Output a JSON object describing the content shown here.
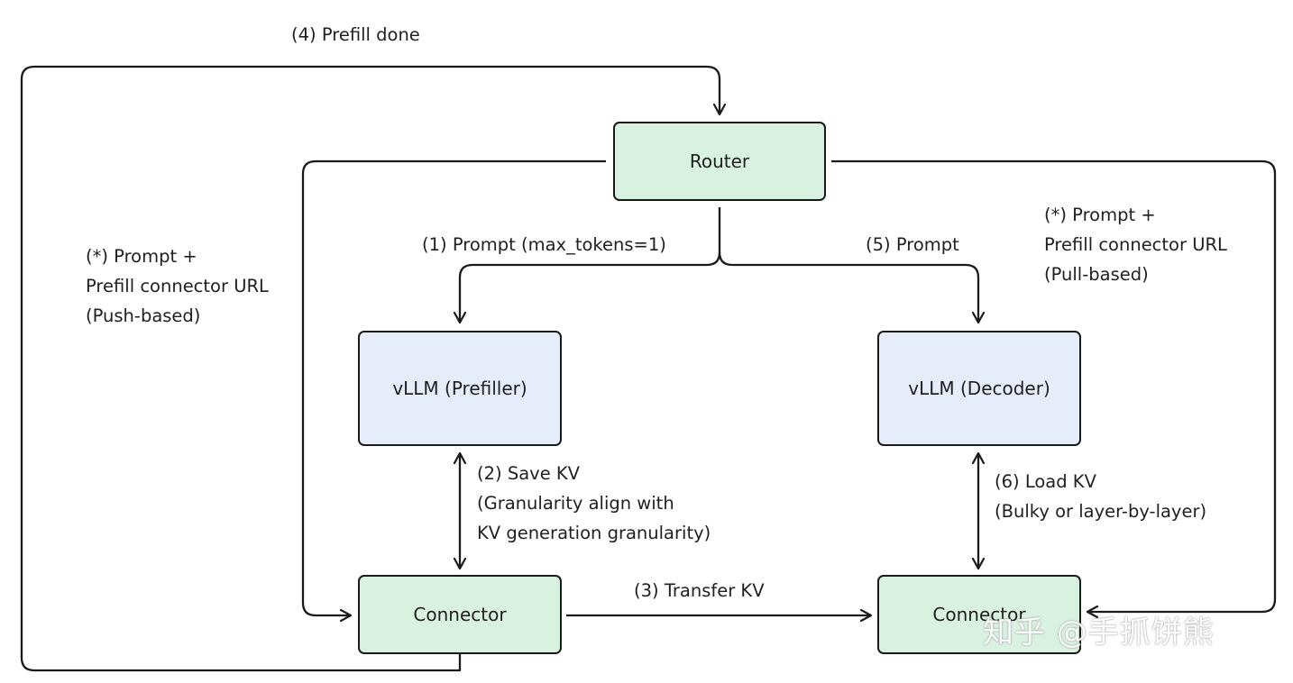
{
  "nodes": {
    "router": "Router",
    "prefiller": "vLLM (Prefiller)",
    "decoder": "vLLM (Decoder)",
    "connector_left": "Connector",
    "connector_right": "Connector"
  },
  "edges": {
    "prefill_done": "(4) Prefill done",
    "prompt_max_tokens": "(1) Prompt (max_tokens=1)",
    "prompt_decoder": "(5) Prompt",
    "save_kv": [
      "(2) Save KV",
      "(Granularity align with",
      "KV generation granularity)"
    ],
    "load_kv": [
      "(6) Load KV",
      "(Bulky or layer-by-layer)"
    ],
    "transfer_kv": "(3) Transfer KV",
    "push_based": [
      "(*) Prompt +",
      "Prefill connector URL",
      "(Push-based)"
    ],
    "pull_based": [
      "(*) Prompt +",
      "Prefill connector URL",
      "(Pull-based)"
    ]
  },
  "colors": {
    "connector_fill": "#d9f1e1",
    "vllm_fill": "#e6ecfa",
    "stroke": "#1a1a1a"
  },
  "watermark": "知乎 @手抓饼熊"
}
